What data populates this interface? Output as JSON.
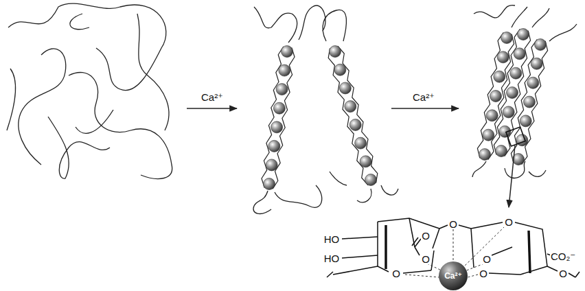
{
  "diagram": {
    "labels": [
      "Ca²⁺",
      "Ca²⁺",
      "HO",
      "HO",
      "O",
      "O",
      "O",
      "O",
      "O",
      "O",
      "O",
      "CO₂⁻",
      "O",
      "Ca²⁺"
    ]
  }
}
